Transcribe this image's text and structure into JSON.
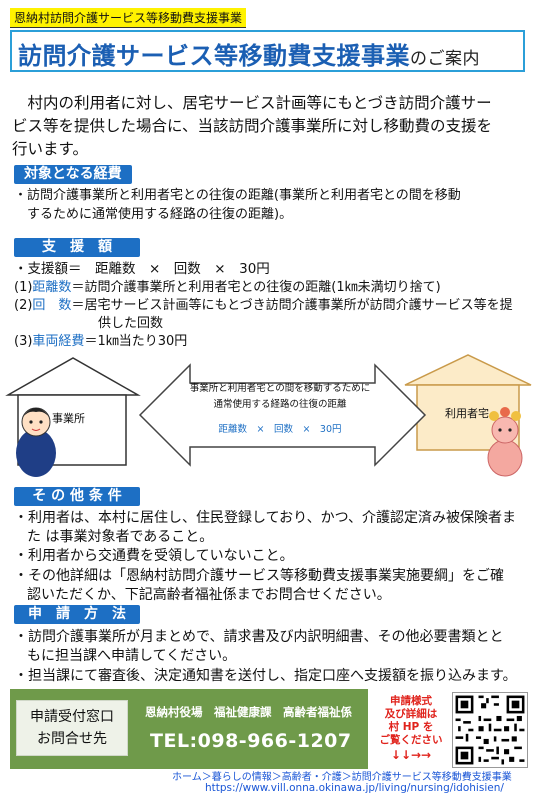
{
  "header_tag": "恩納村訪問介護サービス等移動費支援事業",
  "title": {
    "main": "訪問介護サービス等移動費支援事業",
    "suffix": "のご案内"
  },
  "intro": {
    "line1": "村内の利用者に対し、居宅サービス計画等にもとづき訪問介護サー",
    "line2": "ビス等を提供した場合に、当該訪問介護事業所に対し移動費の支援を",
    "line3": "行います。"
  },
  "section_target": {
    "heading": "対象となる経費",
    "line1": "・訪問介護事業所と利用者宅との往復の距離(事業所と利用者宅との間を移動",
    "line2": "するために通常使用する経路の往復の距離)。"
  },
  "section_amount": {
    "heading": "支　援　額",
    "formula": "・支援額＝　距離数　×　回数　×　30円",
    "item1_prefix": "(1)",
    "item1_key": "距離数",
    "item1_rest": "＝訪問介護事業所と利用者宅との往復の距離(1㎞未満切り捨て)",
    "item2_prefix": "(2)",
    "item2_key": "回　数",
    "item2_rest": "＝居宅サービス計画等にもとづき訪問介護事業所が訪問介護サービス等を提",
    "item2_cont": "供した回数",
    "item3_prefix": "(3)",
    "item3_key": "車両経費",
    "item3_rest": "＝1㎞当たり30円"
  },
  "diagram": {
    "office_label": "事業所",
    "user_label": "利用者宅",
    "arrow_line1": "事業所と利用者宅との間を移動するために",
    "arrow_line2": "通常使用する経路の往復の距離",
    "arrow_formula": "距離数　×　回数　×　30円"
  },
  "section_other": {
    "heading": "そ の 他 条 件",
    "b1_line1": "・利用者は、本村に居住し、住民登録しており、かつ、介護認定済み被保険者ま",
    "b1_line2": "た は事業対象者であること。",
    "b2": "・利用者から交通費を受領していないこと。",
    "b3_line1": "・その他詳細は「恩納村訪問介護サービス等移動費支援事業実施要綱」をご確",
    "b3_line2": "認いただくか、下記高齢者福祉係までお問合せください。"
  },
  "section_apply": {
    "heading": "申　請　方　法",
    "b1_line1": "・訪問介護事業所が月まとめで、請求書及び内訳明細書、その他必要書類とと",
    "b1_line2": "もに担当課へ申請してください。",
    "b2": "・担当課にて審査後、決定通知書を送付し、指定口座へ支援額を振り込みます。"
  },
  "footer": {
    "contact_line1": "申請受付窓口",
    "contact_line2": "お問合せ先",
    "office": "恩納村役場　福祉健康課　高齢者福祉係",
    "tel": "TEL:098-966-1207",
    "note_line1": "申請様式",
    "note_line2": "及び詳細は",
    "note_line3": "村 HP を",
    "note_line4": "ご覧ください",
    "note_arrows": "↓↓→→",
    "breadcrumb": "ホーム＞暮らしの情報＞高齢者・介護＞訪問介護サービス等移動費支援事業",
    "url": "https://www.vill.onna.okinawa.jp/living/nursing/idohisien/"
  },
  "colors": {
    "accent_blue": "#1d6fc4",
    "title_blue": "#1b5fb3",
    "footer_green": "#6f9a4a",
    "note_red": "#e0231c",
    "tag_yellow": "#fff200"
  }
}
